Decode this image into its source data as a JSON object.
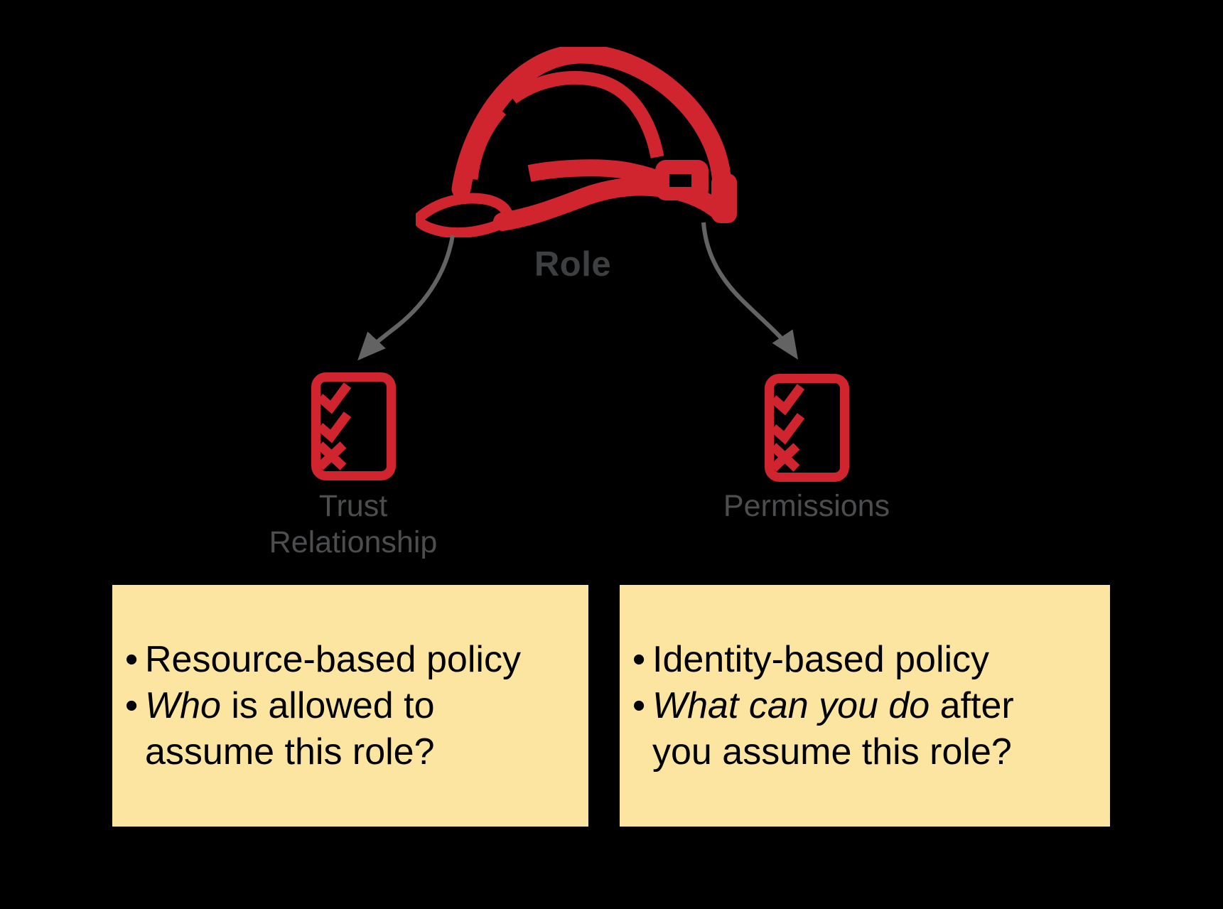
{
  "colors": {
    "canvas_bg": "#000000",
    "accent_red": "#d0242e",
    "role_gray": "#3e3f41",
    "label_gray": "#4c4d4f",
    "arrow_gray": "#636363",
    "note_bg": "#fbe5a0",
    "note_text": "#000000"
  },
  "diagram": {
    "bullet_char": "•",
    "role": {
      "label": "Role",
      "icon": "hard-hat-icon"
    },
    "branches": {
      "trust": {
        "icon": "checklist-icon",
        "line1": "Trust",
        "line2": "Relationship"
      },
      "permissions": {
        "icon": "checklist-icon",
        "label": "Permissions"
      }
    },
    "connectors": {
      "left": "curved-arrow-icon",
      "right": "curved-arrow-icon"
    },
    "notes": {
      "trust": {
        "bullet1": "Resource-based policy",
        "bullet2_italic": "Who",
        "bullet2_rest": " is allowed to",
        "bullet2_line2": "assume this role?"
      },
      "permissions": {
        "bullet1": "Identity-based policy",
        "bullet2_italic": "What can you do",
        "bullet2_rest": " after",
        "bullet2_line2": "you assume this role?"
      }
    }
  }
}
